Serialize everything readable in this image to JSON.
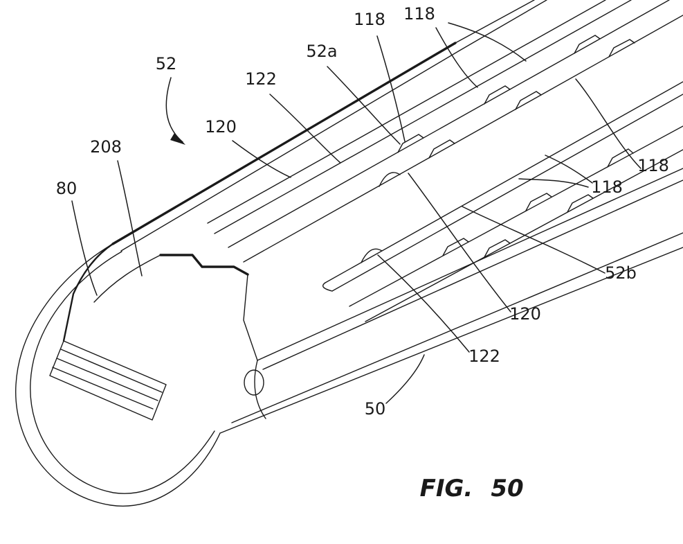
{
  "figure": {
    "caption": {
      "prefix": "FIG.",
      "number": "50"
    },
    "colors": {
      "ink": "#1a1a1a",
      "background": "#ffffff"
    },
    "labels": {
      "ref52": "52",
      "ref118_topleft": "118",
      "ref118_top": "118",
      "ref52a": "52a",
      "ref122_left": "122",
      "ref120_left": "120",
      "ref208": "208",
      "ref80": "80",
      "ref118_right_upper": "118",
      "ref118_right_lower": "118",
      "ref52b": "52b",
      "ref120_right": "120",
      "ref122_right": "122",
      "ref50": "50"
    }
  }
}
